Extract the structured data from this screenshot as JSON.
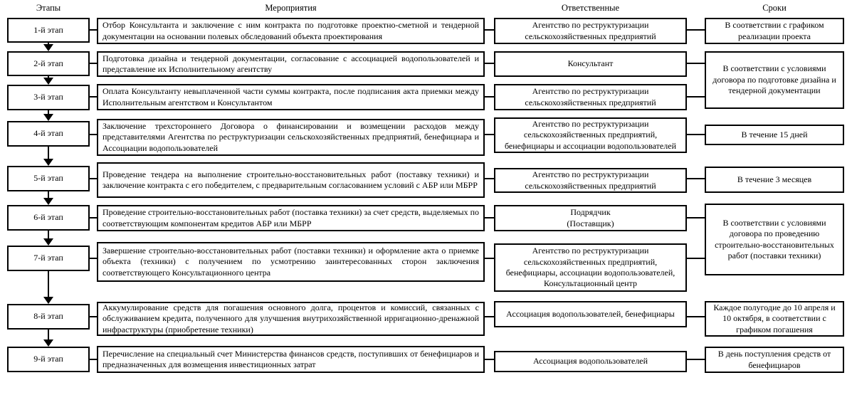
{
  "colors": {
    "line": "#000000",
    "background": "#ffffff",
    "text": "#000000"
  },
  "headers": {
    "stages": "Этапы",
    "activities": "Мероприятия",
    "responsibles": "Ответственные",
    "deadlines": "Сроки"
  },
  "rows": [
    {
      "stage": "1-й этап",
      "activity": "Отбор Консультанта и заключение с ним контракта по подготовке проектно-сметной и тендерной документации на основании полевых обследований объекта проектирования",
      "responsible": "Агентство по реструктуризации сельскохозяйственных предприятий"
    },
    {
      "stage": "2-й этап",
      "activity": "Подготовка дизайна и тендерной документации, согласование с ассоциацией водопользователей и представление их Исполнительному агентству",
      "responsible": "Консультант"
    },
    {
      "stage": "3-й этап",
      "activity": "Оплата Консультанту невыплаченной части суммы контракта, после подписания акта приемки между Исполнительным агентством и Консультантом",
      "responsible": "Агентство по реструктуризации сельскохозяйственных предприятий"
    },
    {
      "stage": "4-й этап",
      "activity": "Заключение трехстороннего Договора о финансировании и возмещении расходов между представителями Агентства по реструктуризации сельскохозяйственных предприятий, бенефициара и Ассоциации водопользователей",
      "responsible": "Агентство по реструктуризации сельскохозяйственных предприятий, бенефициары и ассоциации водопользователей"
    },
    {
      "stage": "5-й этап",
      "activity": "Проведение тендера на выполнение строительно-восстановительных работ (поставку техники) и заключение контракта с его победителем, с предварительным согласованием условий с АБР или МБРР",
      "responsible": "Агентство по реструктуризации сельскохозяйственных предприятий"
    },
    {
      "stage": "6-й этап",
      "activity": "Проведение строительно-восстановительных работ (поставка техники) за счет средств, выделяемых по соответствующим компонентам кредитов АБР или МБРР",
      "responsible": "Подрядчик\n(Поставщик)"
    },
    {
      "stage": "7-й этап",
      "activity": "Завершение строительно-восстановительных работ (поставки техники) и оформление акта о приемке объекта (техники) с получением по усмотрению заинтересованных сторон заключения соответствующего Консультационного центра",
      "responsible": "Агентство по реструктуризации сельскохозяйственных предприятий, бенефициары, ассоциации водопользователей, Консультационный центр"
    },
    {
      "stage": "8-й этап",
      "activity": "Аккумулирование средств для погашения основного долга, процентов и комиссий, связанных с обслуживанием кредита, полученного для улучшения внутрихозяйственной ирригационно-дренажной инфраструктуры (приобретение техники)",
      "responsible": "Ассоциация водопользователей, бенефициары"
    },
    {
      "stage": "9-й этап",
      "activity": "Перечисление на специальный счет Министерства финансов средств, поступивших от бенефициаров и предназначенных для возмещения инвестиционных затрат",
      "responsible": "Ассоциация водопользователей"
    }
  ],
  "deadlines": [
    {
      "text": "В соответствии с графиком реализации проекта",
      "stages": [
        "1-й этап"
      ]
    },
    {
      "text": "В соответствии с условиями договора по подготовке дизайна и тендерной документации",
      "stages": [
        "2-й этап",
        "3-й этап"
      ]
    },
    {
      "text": "В течение 15 дней",
      "stages": [
        "4-й этап"
      ]
    },
    {
      "text": "В течение 3 месяцев",
      "stages": [
        "5-й этап"
      ]
    },
    {
      "text": "В соответствии с условиями договора по проведению строительно-восстановительных работ (поставки техники)",
      "stages": [
        "6-й этап",
        "7-й этап"
      ]
    },
    {
      "text": "Каждое полугодие до 10 апреля и 10 октября, в соответствии с графиком погашения",
      "stages": [
        "8-й этап"
      ]
    },
    {
      "text": "В день поступления средств от бенефициаров",
      "stages": [
        "9-й этап"
      ]
    }
  ]
}
